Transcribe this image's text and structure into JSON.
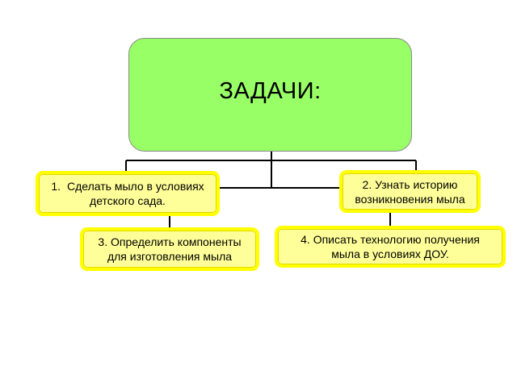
{
  "root": {
    "title": "ЗАДАЧИ:"
  },
  "tasks": [
    {
      "number": "1.",
      "line1": "Сделать мыло в условиях",
      "line2": "детского сада."
    },
    {
      "line1": "2. Узнать историю",
      "line2": "возникновения мыла"
    },
    {
      "line1": "3. Определить компоненты",
      "line2": "для изготовления мыла"
    },
    {
      "line1": "4. Описать технологию получения",
      "line2": "мыла в условиях ДОУ."
    }
  ],
  "colors": {
    "root_fill": "#99ff66",
    "task_fill": "#ffff99",
    "task_border": "#ffff00",
    "connector": "#000000"
  }
}
